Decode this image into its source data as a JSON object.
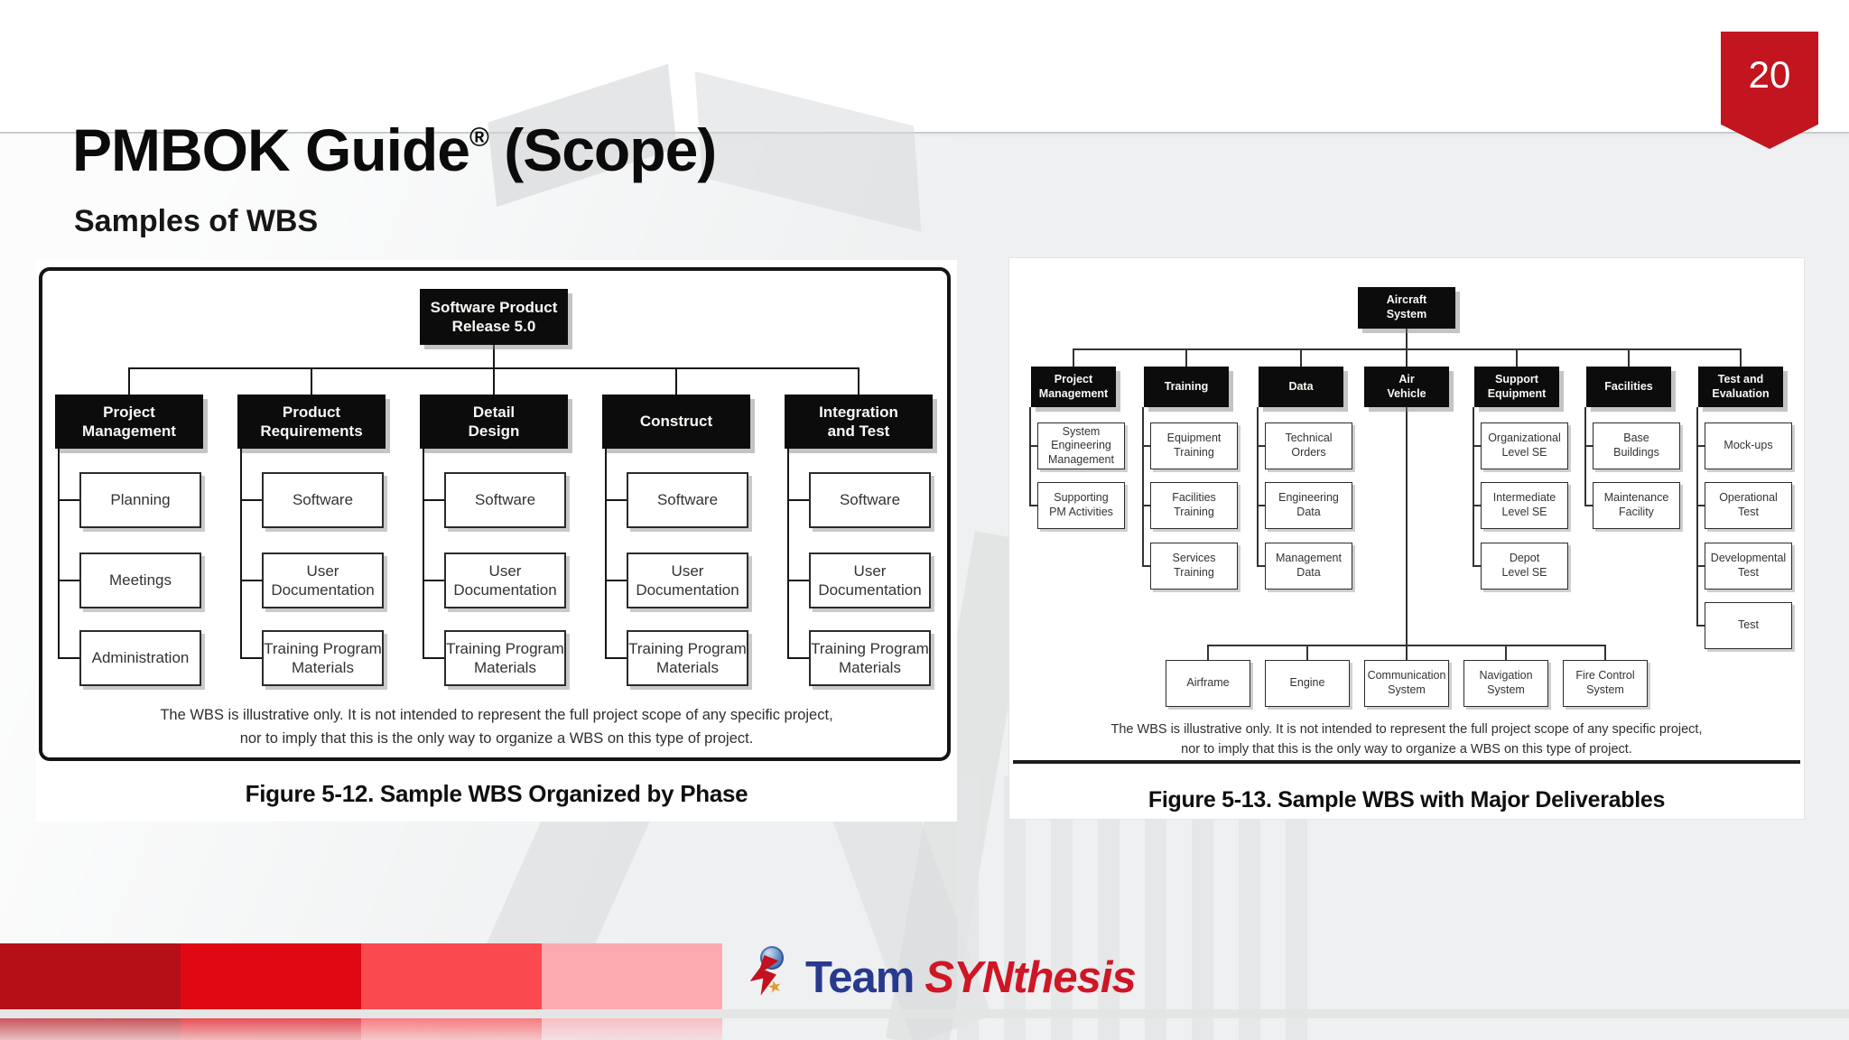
{
  "slide": {
    "title_main": "PMBOK Guide",
    "title_reg": "®",
    "title_scope": " (Scope)",
    "subtitle": "Samples of WBS",
    "page_number": "20"
  },
  "colors": {
    "accent_red": "#c2151f",
    "logo_blue": "#283a8e",
    "logo_red": "#cf1626",
    "bar_colors": [
      "#b50f18",
      "#e00812",
      "#fa4a50",
      "#fcaab0"
    ]
  },
  "figure_left": {
    "caption": "Figure 5-12. Sample WBS Organized by Phase",
    "note_line1": "The WBS is illustrative only. It is not intended to represent the full project scope of any specific project,",
    "note_line2": "nor to imply that this is the only way to organize a WBS on this type of project.",
    "root": "Software Product\nRelease 5.0",
    "columns": [
      {
        "header": "Project\nManagement",
        "children": [
          "Planning",
          "Meetings",
          "Administration"
        ]
      },
      {
        "header": "Product\nRequirements",
        "children": [
          "Software",
          "User\nDocumentation",
          "Training Program\nMaterials"
        ]
      },
      {
        "header": "Detail\nDesign",
        "children": [
          "Software",
          "User\nDocumentation",
          "Training Program\nMaterials"
        ]
      },
      {
        "header": "Construct",
        "children": [
          "Software",
          "User\nDocumentation",
          "Training Program\nMaterials"
        ]
      },
      {
        "header": "Integration\nand Test",
        "children": [
          "Software",
          "User\nDocumentation",
          "Training Program\nMaterials"
        ]
      }
    ]
  },
  "figure_right": {
    "caption": "Figure 5-13. Sample WBS with Major Deliverables",
    "note_line1": "The WBS is illustrative only. It is not intended to represent the full project scope of any specific project,",
    "note_line2": "nor to imply that this is the only way to organize a WBS on this type of project.",
    "root": "Aircraft\nSystem",
    "columns": [
      {
        "header": "Project\nManagement",
        "children": [
          "System\nEngineering\nManagement",
          "Supporting\nPM Activities"
        ]
      },
      {
        "header": "Training",
        "children": [
          "Equipment\nTraining",
          "Facilities\nTraining",
          "Services\nTraining"
        ]
      },
      {
        "header": "Data",
        "children": [
          "Technical\nOrders",
          "Engineering\nData",
          "Management\nData"
        ]
      },
      {
        "header": "Air\nVehicle",
        "children": []
      },
      {
        "header": "Support\nEquipment",
        "children": [
          "Organizational\nLevel SE",
          "Intermediate\nLevel SE",
          "Depot\nLevel SE"
        ]
      },
      {
        "header": "Facilities",
        "children": [
          "Base\nBuildings",
          "Maintenance\nFacility"
        ]
      },
      {
        "header": "Test and\nEvaluation",
        "children": [
          "Mock-ups",
          "Operational\nTest",
          "Developmental\nTest",
          "Test"
        ]
      }
    ],
    "air_vehicle_children": [
      "Airframe",
      "Engine",
      "Communication\nSystem",
      "Navigation\nSystem",
      "Fire Control\nSystem"
    ]
  },
  "footer": {
    "logo_text_team": "Team",
    "logo_text_synthesis": "SYNthesis",
    "logo_icon": "globe-lightning-icon"
  }
}
